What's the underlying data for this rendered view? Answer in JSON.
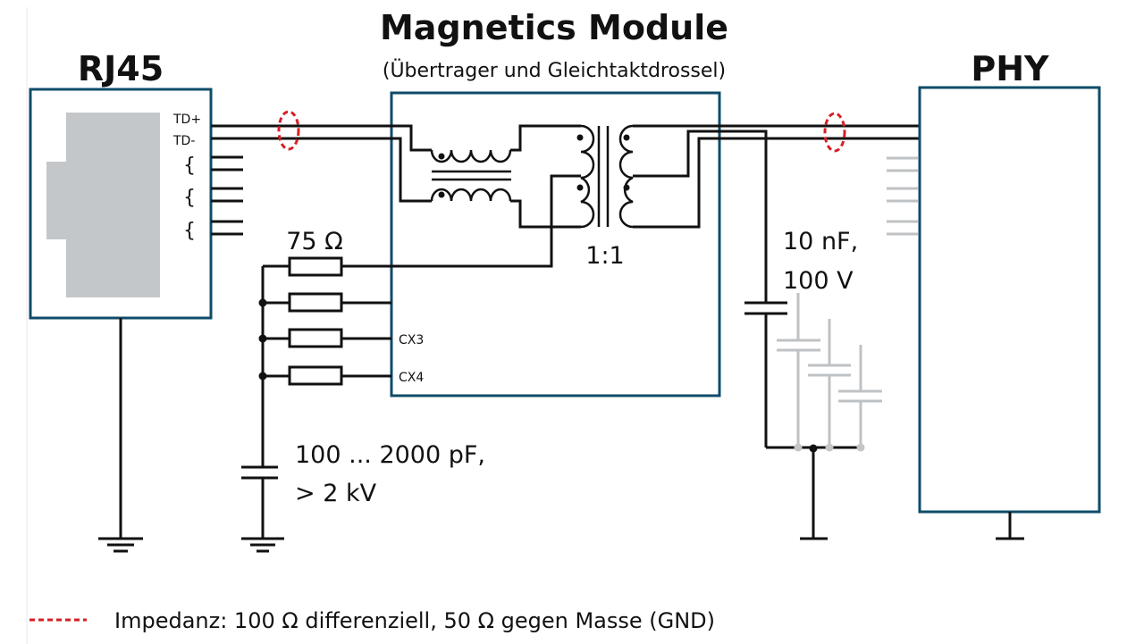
{
  "title": "Magnetics Module",
  "subtitle": "(Übertrager und Gleichtaktdrossel)",
  "blocks": {
    "rj45": {
      "label": "RJ45",
      "pins": [
        "TD+",
        "TD-"
      ],
      "pair_brace": "{"
    },
    "magnetics": {
      "pin_labels": [
        "CX3",
        "CX4"
      ],
      "ratio": "1:1"
    },
    "phy": {
      "label": "PHY"
    }
  },
  "components": {
    "resistor_value": "75 Ω",
    "bob_cap": {
      "line1": "100 ... 2000 pF,",
      "line2": "> 2 kV"
    },
    "phy_cap": {
      "line1": "10 nF,",
      "line2": "100 V"
    }
  },
  "legend": {
    "marker": "------",
    "text": "Impedanz: 100 Ω differenziell, 50 Ω gegen Masse  (GND)"
  },
  "colors": {
    "block_border": "#0f4c68",
    "impedance_marker": "#d61f26",
    "connector_fill": "#c3c7ca",
    "unused_lines": "#bfc2c4"
  }
}
